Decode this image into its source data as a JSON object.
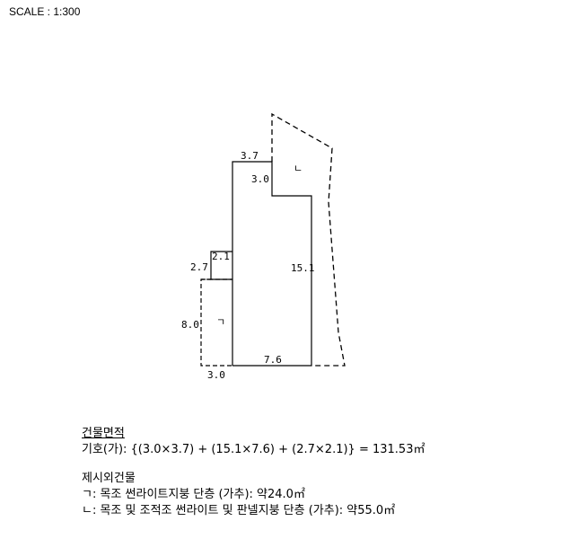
{
  "scale_label": "SCALE  :  1:300",
  "dimensions": {
    "top_width": "3.7",
    "step_upper": "3.0",
    "right_height": "15.1",
    "step_small_width": "2.1",
    "step_small_height": "2.7",
    "left_lower_height": "8.0",
    "bottom_width": "7.6",
    "bottom_left": "3.0"
  },
  "marks": {
    "annex_a": "ㄱ",
    "annex_b": "ㄴ"
  },
  "area": {
    "title": "건물면적",
    "formula": "기호(가): {(3.0×3.7) + (15.1×7.6) + (2.7×2.1)} = 131.53㎡"
  },
  "excluded": {
    "title": "제시외건물",
    "item_a": "ㄱ: 목조 썬라이트지붕 단층 (가추): 약24.0㎡",
    "item_b": "ㄴ: 목조 및 조적조 썬라이트 및 판넬지붕 단층 (가추): 약55.0㎡"
  }
}
